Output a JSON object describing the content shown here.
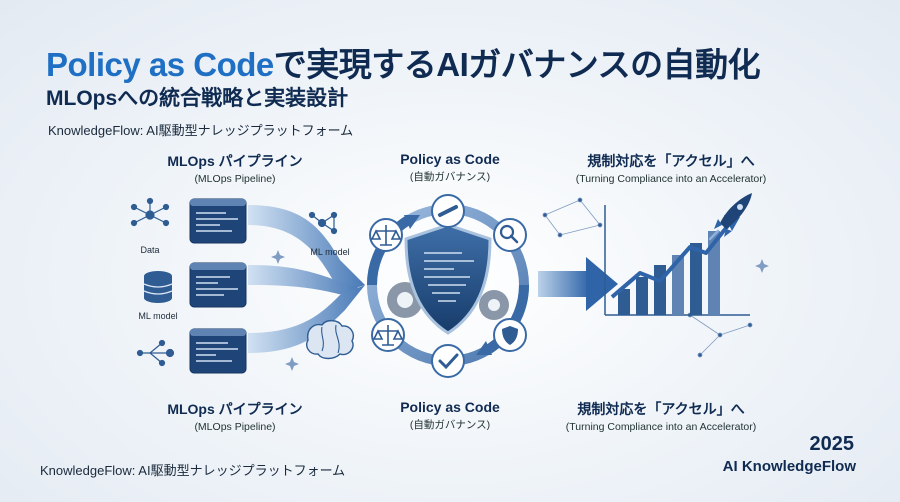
{
  "header": {
    "title_accent": "Policy as Code",
    "title_rest": "で実現するAIガバナンスの自動化",
    "subtitle": "MLOpsへの統合戦略と実装設計",
    "brand_top": "KnowledgeFlow: AI駆動型ナレッジプラットフォーム"
  },
  "columns_top": [
    {
      "title": "MLOps パイプライン",
      "subtitle": "(MLOps Pipeline)"
    },
    {
      "title": "Policy as Code",
      "subtitle": "(自動ガバナンス)"
    },
    {
      "title": "規制対応を「アクセル」へ",
      "subtitle": "(Turning Compliance into an Accelerator)"
    }
  ],
  "columns_bottom": [
    {
      "title": "MLOps パイプライン",
      "subtitle": "(MLOps Pipeline)"
    },
    {
      "title": "Policy as Code",
      "subtitle": "(自動ガバナンス)"
    },
    {
      "title": "規制対応を「アクセル」へ",
      "subtitle": "(Turning Compliance into an Accelerator)"
    }
  ],
  "diagram_labels": {
    "data": "Data",
    "ml_model_left": "ML model",
    "ml_model_right": "ML model"
  },
  "footer": {
    "brand": "KnowledgeFlow: AI駆動型ナレッジプラットフォーム",
    "year": "2025",
    "name": "AI KnowledgeFlow"
  },
  "colors": {
    "accent": "#1f6fc4",
    "navy": "#102b52",
    "steel": "#5f84b3"
  }
}
